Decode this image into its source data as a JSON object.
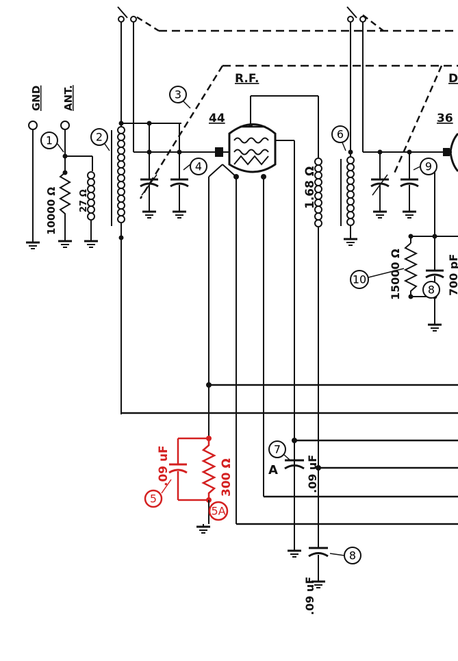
{
  "labels": {
    "gnd": "GND",
    "ant": "ANT.",
    "rf": "R.F.",
    "tube_rf": "44",
    "tube_det": "36",
    "det_partial": "D",
    "r_ant": "10000 Ω",
    "r_small": "27 Ω",
    "r_rf_coil": "1.68 Ω",
    "r_det": "15000 Ω",
    "c_det": "700 pF",
    "c5_value": ".09 uF",
    "r5a_value": "300 Ω",
    "c7_value": ".09 uF",
    "c8_value": ".09 uF",
    "c7_letter": "A"
  },
  "callouts": {
    "c1": "1",
    "c2": "2",
    "c3": "3",
    "c4": "4",
    "c5": "5",
    "c5a": "5A",
    "c6": "6",
    "c7": "7",
    "c8a": "8",
    "c8b": "8",
    "c9": "9",
    "c10": "10"
  },
  "colors": {
    "ink": "#111111",
    "highlight": "#d42020",
    "paper": "#ffffff"
  }
}
